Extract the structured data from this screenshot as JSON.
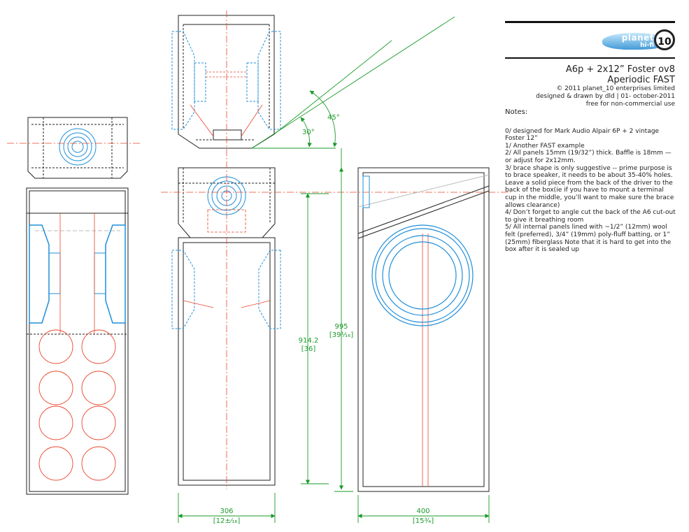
{
  "title_block": {
    "logo_text": "planet",
    "logo_subtext": "hi-fi",
    "logo_badge": "10",
    "title_line1": "A6p + 2x12” Foster ov8",
    "title_line2": "Aperiodic FAST",
    "copyright": "© 2011 planet_10 enterprises limited",
    "credit": "designed & drawn by dld | 01- october-2011",
    "license": "free for non-commercial use"
  },
  "notes": {
    "heading": "Notes:",
    "items": [
      "0/ designed for Mark Audio Alpair 6P + 2 vintage Foster 12”",
      "1/  Another FAST example",
      "2/ All panels 15mm (19/32”)  thick. Baffle is 18mm — or adjust for 2x12mm.",
      "3/ brace shape is only suggestive -- prime purpose is to brace speaker, it needs to be about 35-40% holes. Leave a solid piece from the back of the driver to the back of the box(ie if you have to mount a terminal cup in the middle, you’ll want to make sure the brace allows  clearance)",
      "4/ Don’t forget to angle cut the back of the A6 cut-out to give it breathing room",
      "5/ All internal panels lined with ~1/2” (12mm) wool felt (preferred), 3/4” (19mm) poly-fluff batting,  or 1” (25mm) fiberglass Note that it is hard to get into the box after it is sealed up"
    ]
  },
  "dimensions": {
    "angle_upper": "45°",
    "angle_lower": "30°",
    "height_inner": "914.2",
    "height_inner_in": "[36]",
    "height_total": "995",
    "height_total_in": "[39¹⁄₁₆]",
    "width_front": "306",
    "width_front_in": "[12±⁄₁₆]",
    "depth_side": "400",
    "depth_side_in": "[15¾]"
  },
  "colors": {
    "line": "#222222",
    "driver": "#1f8fd9",
    "centerline": "#e8452a",
    "dimension": "#1a9a2a"
  }
}
